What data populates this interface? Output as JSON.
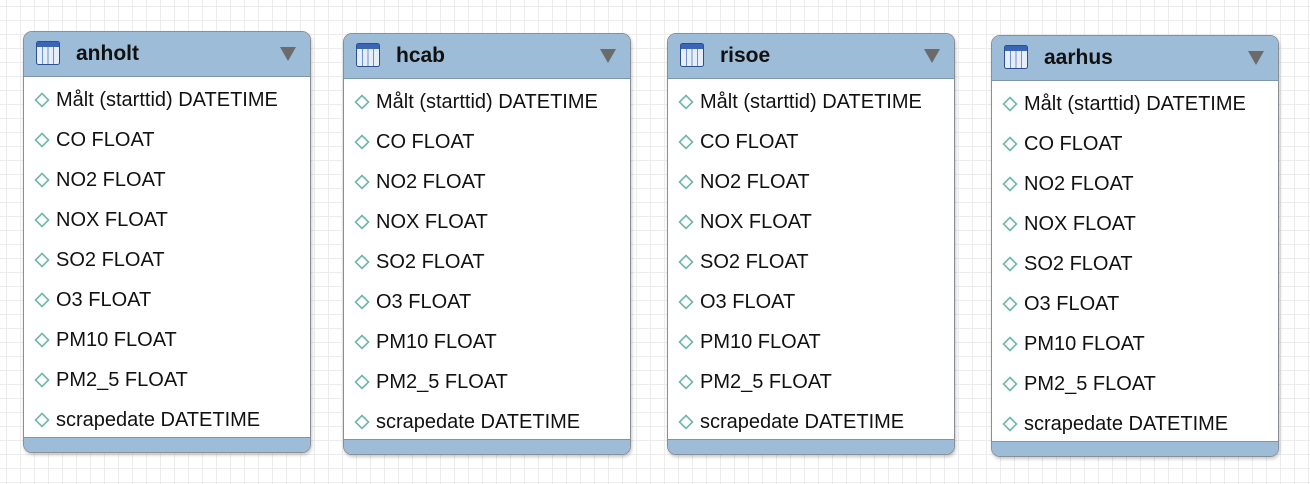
{
  "icons": {
    "table": "table-icon",
    "column": "diamond-column-icon",
    "collapse": "triangle-down-icon"
  },
  "colors": {
    "header": "#9dbcd8",
    "border": "#8a8f96",
    "diamond": "#6fb7a8"
  },
  "tables": [
    {
      "name": "anholt",
      "columns": [
        "Målt (starttid) DATETIME",
        "CO FLOAT",
        "NO2 FLOAT",
        "NOX FLOAT",
        "SO2 FLOAT",
        "O3 FLOAT",
        "PM10 FLOAT",
        "PM2_5 FLOAT",
        "scrapedate DATETIME"
      ]
    },
    {
      "name": "hcab",
      "columns": [
        "Målt (starttid) DATETIME",
        "CO FLOAT",
        "NO2 FLOAT",
        "NOX FLOAT",
        "SO2 FLOAT",
        "O3 FLOAT",
        "PM10 FLOAT",
        "PM2_5 FLOAT",
        "scrapedate DATETIME"
      ]
    },
    {
      "name": "risoe",
      "columns": [
        "Målt (starttid) DATETIME",
        "CO FLOAT",
        "NO2 FLOAT",
        "NOX FLOAT",
        "SO2 FLOAT",
        "O3 FLOAT",
        "PM10 FLOAT",
        "PM2_5 FLOAT",
        "scrapedate DATETIME"
      ]
    },
    {
      "name": "aarhus",
      "columns": [
        "Målt (starttid) DATETIME",
        "CO FLOAT",
        "NO2 FLOAT",
        "NOX FLOAT",
        "SO2 FLOAT",
        "O3 FLOAT",
        "PM10 FLOAT",
        "PM2_5 FLOAT",
        "scrapedate DATETIME"
      ]
    }
  ]
}
